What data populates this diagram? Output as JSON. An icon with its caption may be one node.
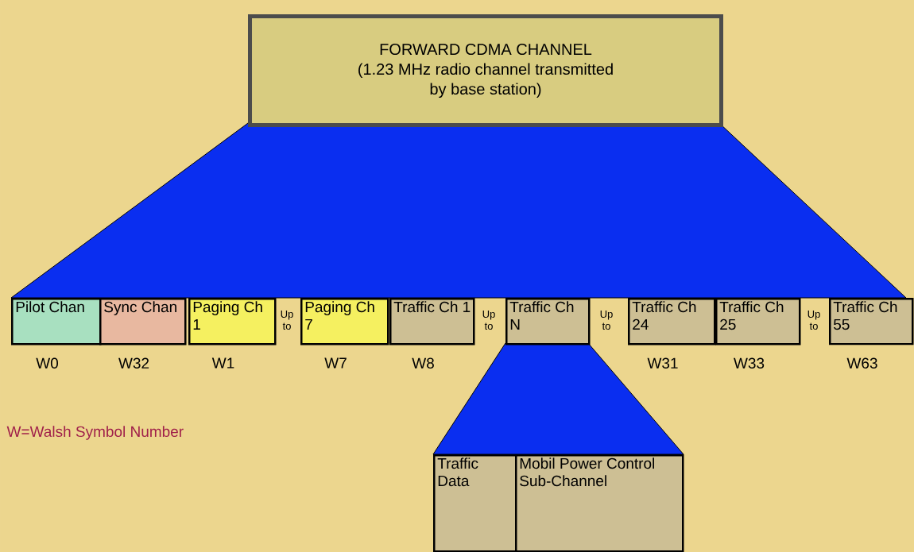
{
  "diagram": {
    "nodes": [
      {
        "text": [
          "FORWARD CDMA CHANNEL",
          "(1.23 MHz radio channel transmitted by base station)"
        ]
      },
      {
        "text": [
          "Pilot Chan"
        ],
        "beside": [
          "W0"
        ]
      },
      {
        "text": [
          "Sync Chan"
        ],
        "beside": [
          "W32"
        ]
      },
      {
        "text": [
          "Paging Ch 1"
        ],
        "beside": [
          "W1"
        ]
      },
      {
        "text": [
          "Paging Ch 7"
        ],
        "beside": [
          "W7"
        ]
      },
      {
        "text": [
          "Traffic Ch 1"
        ],
        "beside": [
          "W8"
        ]
      },
      {
        "text": [
          "Traffic Ch N"
        ]
      },
      {
        "text": [
          "Traffic Ch 24"
        ],
        "beside": [
          "W31"
        ]
      },
      {
        "text": [
          "Traffic Ch 25"
        ],
        "beside": [
          "W33"
        ]
      },
      {
        "text": [
          "Traffic Ch 55"
        ],
        "beside": [
          "W63"
        ]
      },
      {
        "text": [
          "Traffic Data"
        ]
      },
      {
        "text": [
          "Mobil Power Control Sub-Channel"
        ]
      }
    ],
    "labels": [
      "Up to",
      "Up to",
      "Up to",
      "Up to",
      "W=Walsh Symbol Number"
    ]
  }
}
